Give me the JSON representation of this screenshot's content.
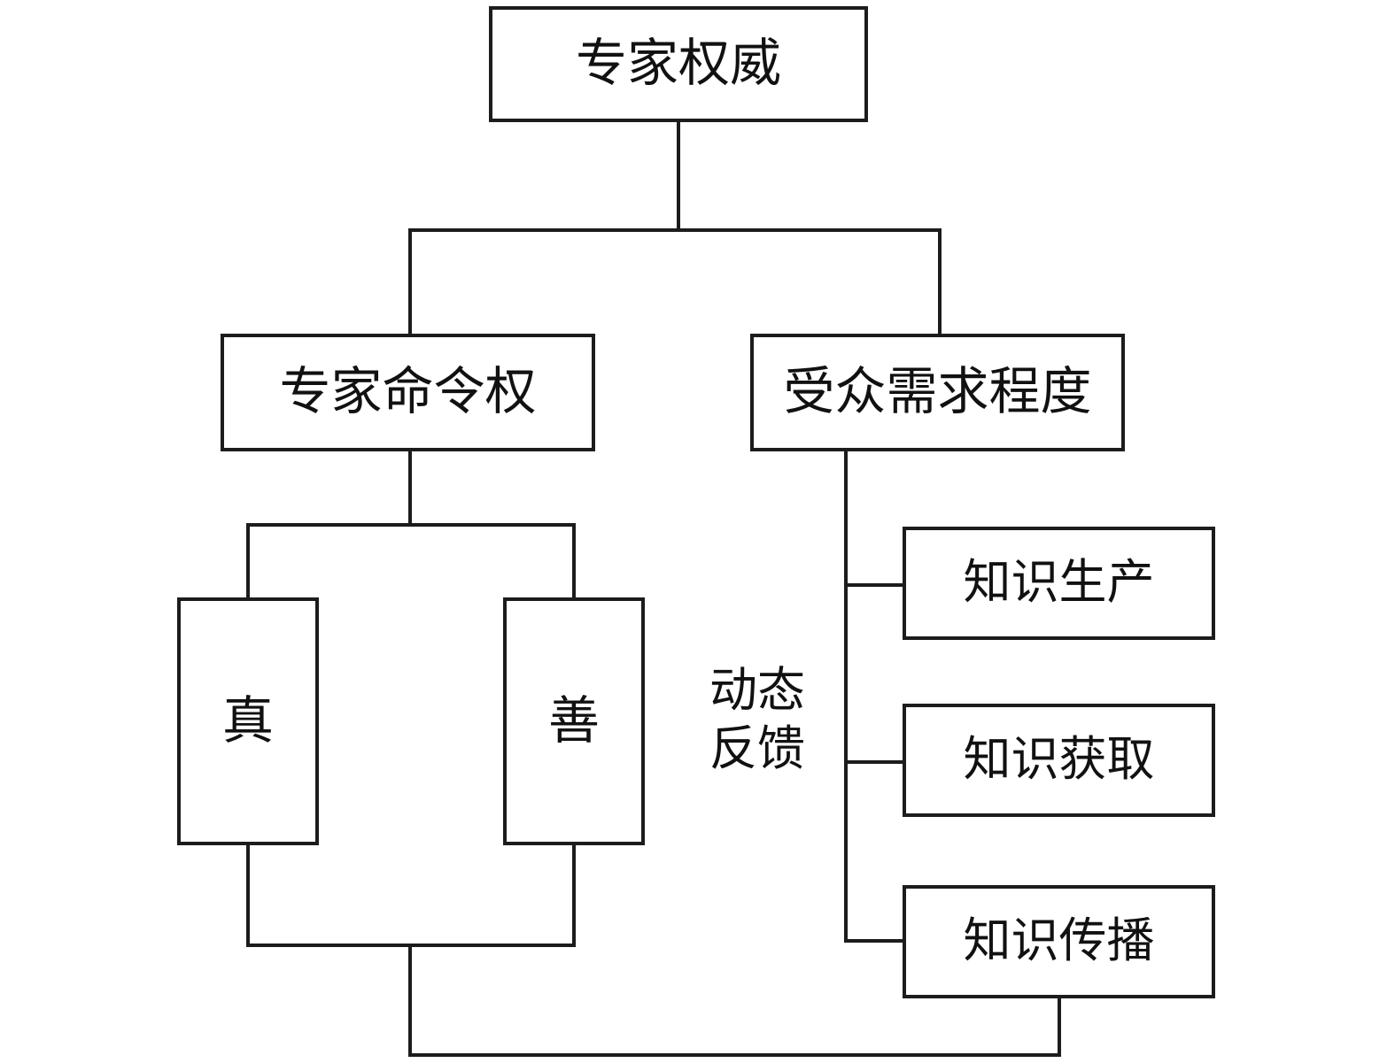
{
  "diagram": {
    "title_node": "专家权威",
    "type": "hierarchy-tree-with-feedback-loop",
    "nodes": {
      "root": {
        "label": "专家权威"
      },
      "command": {
        "label": "专家命令权"
      },
      "demand": {
        "label": "受众需求程度"
      },
      "truth": {
        "label": "真"
      },
      "goodness": {
        "label": "善"
      },
      "knowledge_production": {
        "label": "知识生产"
      },
      "knowledge_acquisition": {
        "label": "知识获取"
      },
      "knowledge_dissemination": {
        "label": "知识传播"
      }
    },
    "annotations": {
      "feedback": "动态\n反馈"
    },
    "colors": {
      "stroke": "#1c1c1c",
      "text": "#111111",
      "background": "#ffffff"
    }
  }
}
